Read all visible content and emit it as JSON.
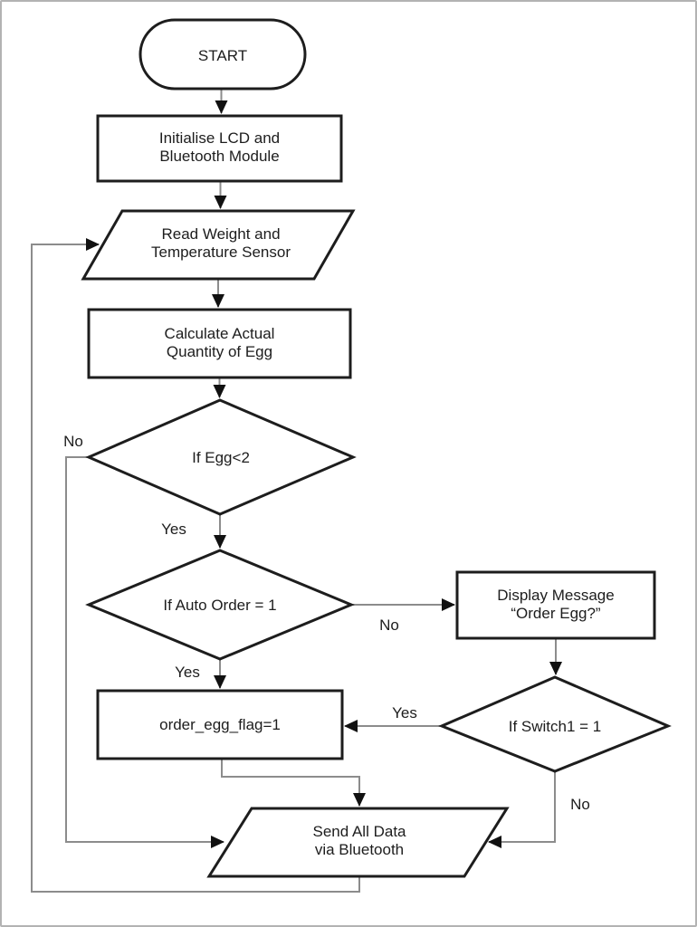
{
  "diagram": {
    "type": "flowchart",
    "nodes": {
      "start": {
        "shape": "terminator",
        "label": "START"
      },
      "init": {
        "shape": "process",
        "line1": "Initialise LCD and",
        "line2": "Bluetooth Module"
      },
      "read_sensor": {
        "shape": "input-output",
        "line1": "Read Weight and",
        "line2": "Temperature Sensor"
      },
      "calculate": {
        "shape": "process",
        "line1": "Calculate Actual",
        "line2": "Quantity of Egg"
      },
      "egg_check": {
        "shape": "decision",
        "label": "If Egg<2"
      },
      "auto_order_check": {
        "shape": "decision",
        "label": "If Auto Order = 1"
      },
      "order_flag": {
        "shape": "process",
        "label": "order_egg_flag=1"
      },
      "display_message": {
        "shape": "process",
        "line1": "Display Message",
        "line2": "“Order Egg?”"
      },
      "switch_check": {
        "shape": "decision",
        "label": "If Switch1 = 1"
      },
      "send_data": {
        "shape": "input-output",
        "line1": "Send All Data",
        "line2": "via Bluetooth"
      }
    },
    "edge_labels": {
      "egg_check_no": "No",
      "egg_check_yes": "Yes",
      "auto_order_yes": "Yes",
      "auto_order_no": "No",
      "switch_yes": "Yes",
      "switch_no": "No"
    },
    "colors": {
      "background": "#ffffff",
      "shape_stroke": "#1d1d1d",
      "connector": "#8c8c8c",
      "arrowhead": "#111111",
      "text": "#1d1d1d",
      "frame_border": "#b3b3b3"
    }
  }
}
